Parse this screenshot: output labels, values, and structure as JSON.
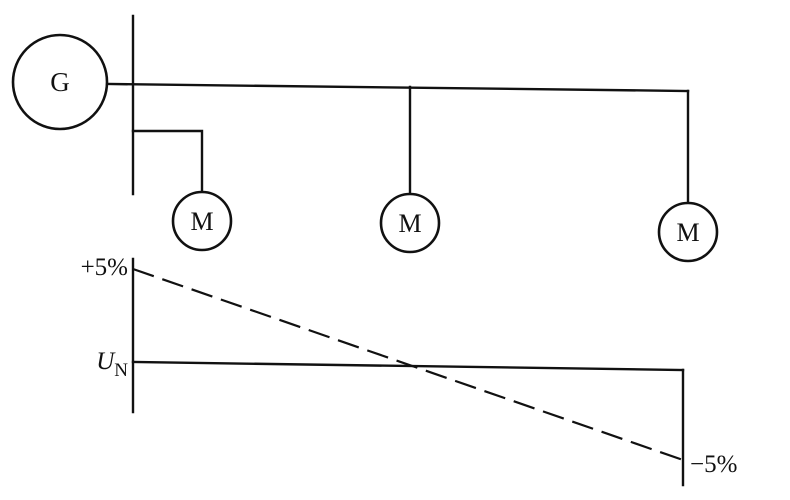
{
  "generator": {
    "label": "G"
  },
  "motors": [
    {
      "label": "M"
    },
    {
      "label": "M"
    },
    {
      "label": "M"
    }
  ],
  "voltage_profile": {
    "plus_label": "+5%",
    "nominal_label_main": "U",
    "nominal_label_sub": "N",
    "minus_label": "−5%"
  }
}
